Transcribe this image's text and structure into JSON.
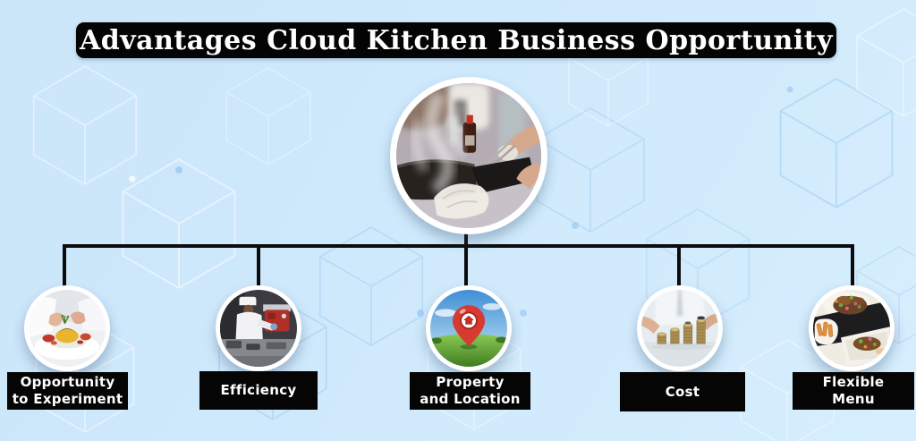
{
  "title": "Advantages Cloud Kitchen Business Opportunity",
  "colors": {
    "background": "#cde7fa",
    "banner_bg": "#040404",
    "banner_text": "#ffffff",
    "label_bg": "#050505",
    "label_text": "#ffffff",
    "connector": "#0c0c0c",
    "pattern_line_light": "#ffffff",
    "pattern_line_blue": "#8fc6ee"
  },
  "center": {
    "image": "wok-stir-fry-cooking-photo"
  },
  "nodes": [
    {
      "id": "opportunity-to-experiment",
      "image": "chef-plating-dish-photo",
      "label_lines": [
        "Opportunity",
        "to Experiment"
      ]
    },
    {
      "id": "efficiency",
      "image": "chef-kitchen-equipment-photo",
      "label_lines": [
        "Efficiency"
      ]
    },
    {
      "id": "property-and-location",
      "image": "location-pin-field-photo",
      "label_lines": [
        "Property",
        "and Location"
      ]
    },
    {
      "id": "cost",
      "image": "coin-stacks-hands-photo",
      "label_lines": [
        "Cost"
      ]
    },
    {
      "id": "flexible-menu",
      "image": "takeaway-food-boxes-photo",
      "label_lines": [
        "Flexible",
        "Menu"
      ]
    }
  ]
}
